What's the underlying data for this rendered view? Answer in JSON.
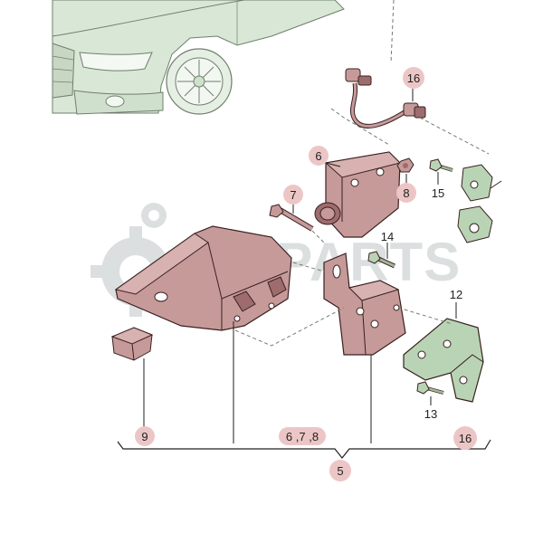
{
  "watermark": {
    "text": "AMPARTS"
  },
  "colors": {
    "car_body": "#d9e8d6",
    "car_line": "#6f7f6d",
    "part_fill": "#c79a9a",
    "part_dark": "#9e6c6c",
    "part_line": "#3a2020",
    "bracket_green": "#b9d4b4",
    "badge_fill": "#ecc6c6",
    "watermark": "#d9dcdc",
    "leader": "#222222"
  },
  "callouts": [
    {
      "id": "c16a",
      "label": "16",
      "badge": true
    },
    {
      "id": "c6",
      "label": "6",
      "badge": true
    },
    {
      "id": "c8",
      "label": "8",
      "badge": true
    },
    {
      "id": "c15",
      "label": "15",
      "badge": false
    },
    {
      "id": "c7",
      "label": "7",
      "badge": true
    },
    {
      "id": "c14",
      "label": "14",
      "badge": false
    },
    {
      "id": "c12",
      "label": "12",
      "badge": false
    },
    {
      "id": "c13",
      "label": "13",
      "badge": false
    },
    {
      "id": "c9",
      "label": "9",
      "badge": true
    },
    {
      "id": "c678",
      "label": "6 ,7 ,8",
      "badge": true
    },
    {
      "id": "c16b",
      "label": "16",
      "badge": true
    },
    {
      "id": "c5",
      "label": "5",
      "badge": true
    }
  ]
}
